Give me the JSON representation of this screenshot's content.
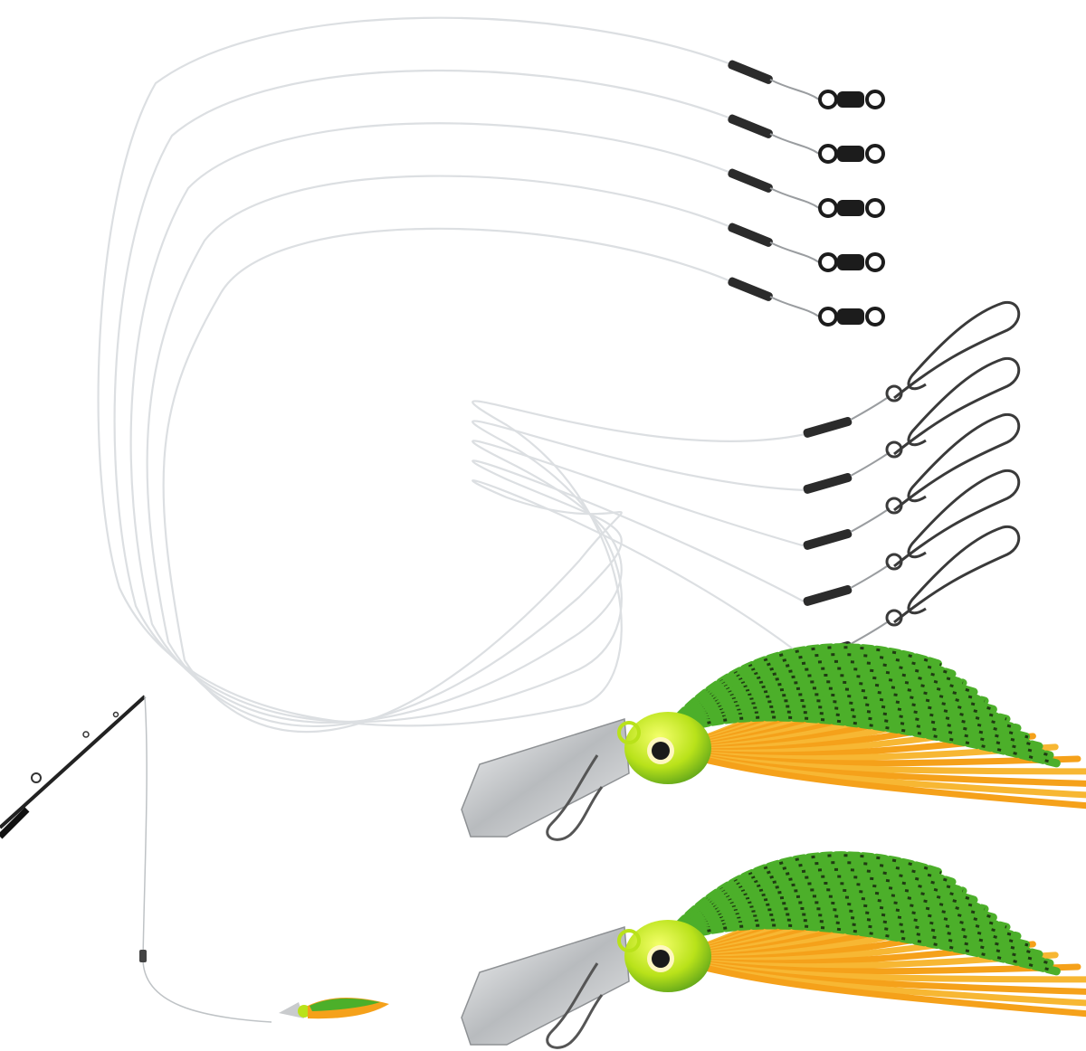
{
  "product": {
    "leader_count": 5,
    "swivel_ends": 5,
    "snap_ends": 5,
    "lure_count": 2,
    "colors": {
      "background": "#ffffff",
      "line": "#d9dde0",
      "sleeve": "#2b2b2b",
      "swivel": "#1c1c1c",
      "snap_wire": "#3a3a3a",
      "lure_head": "#b9e21a",
      "skirt_green": "#4caf2a",
      "skirt_orange": "#f5a11a",
      "blade": "#c7c9cb",
      "rod": "#222222"
    },
    "icons": [
      "leader-wire-icon",
      "barrel-swivel-icon",
      "snap-clip-icon",
      "crimp-sleeve-icon",
      "chatterbait-lure-icon",
      "fishing-rod-icon"
    ]
  }
}
